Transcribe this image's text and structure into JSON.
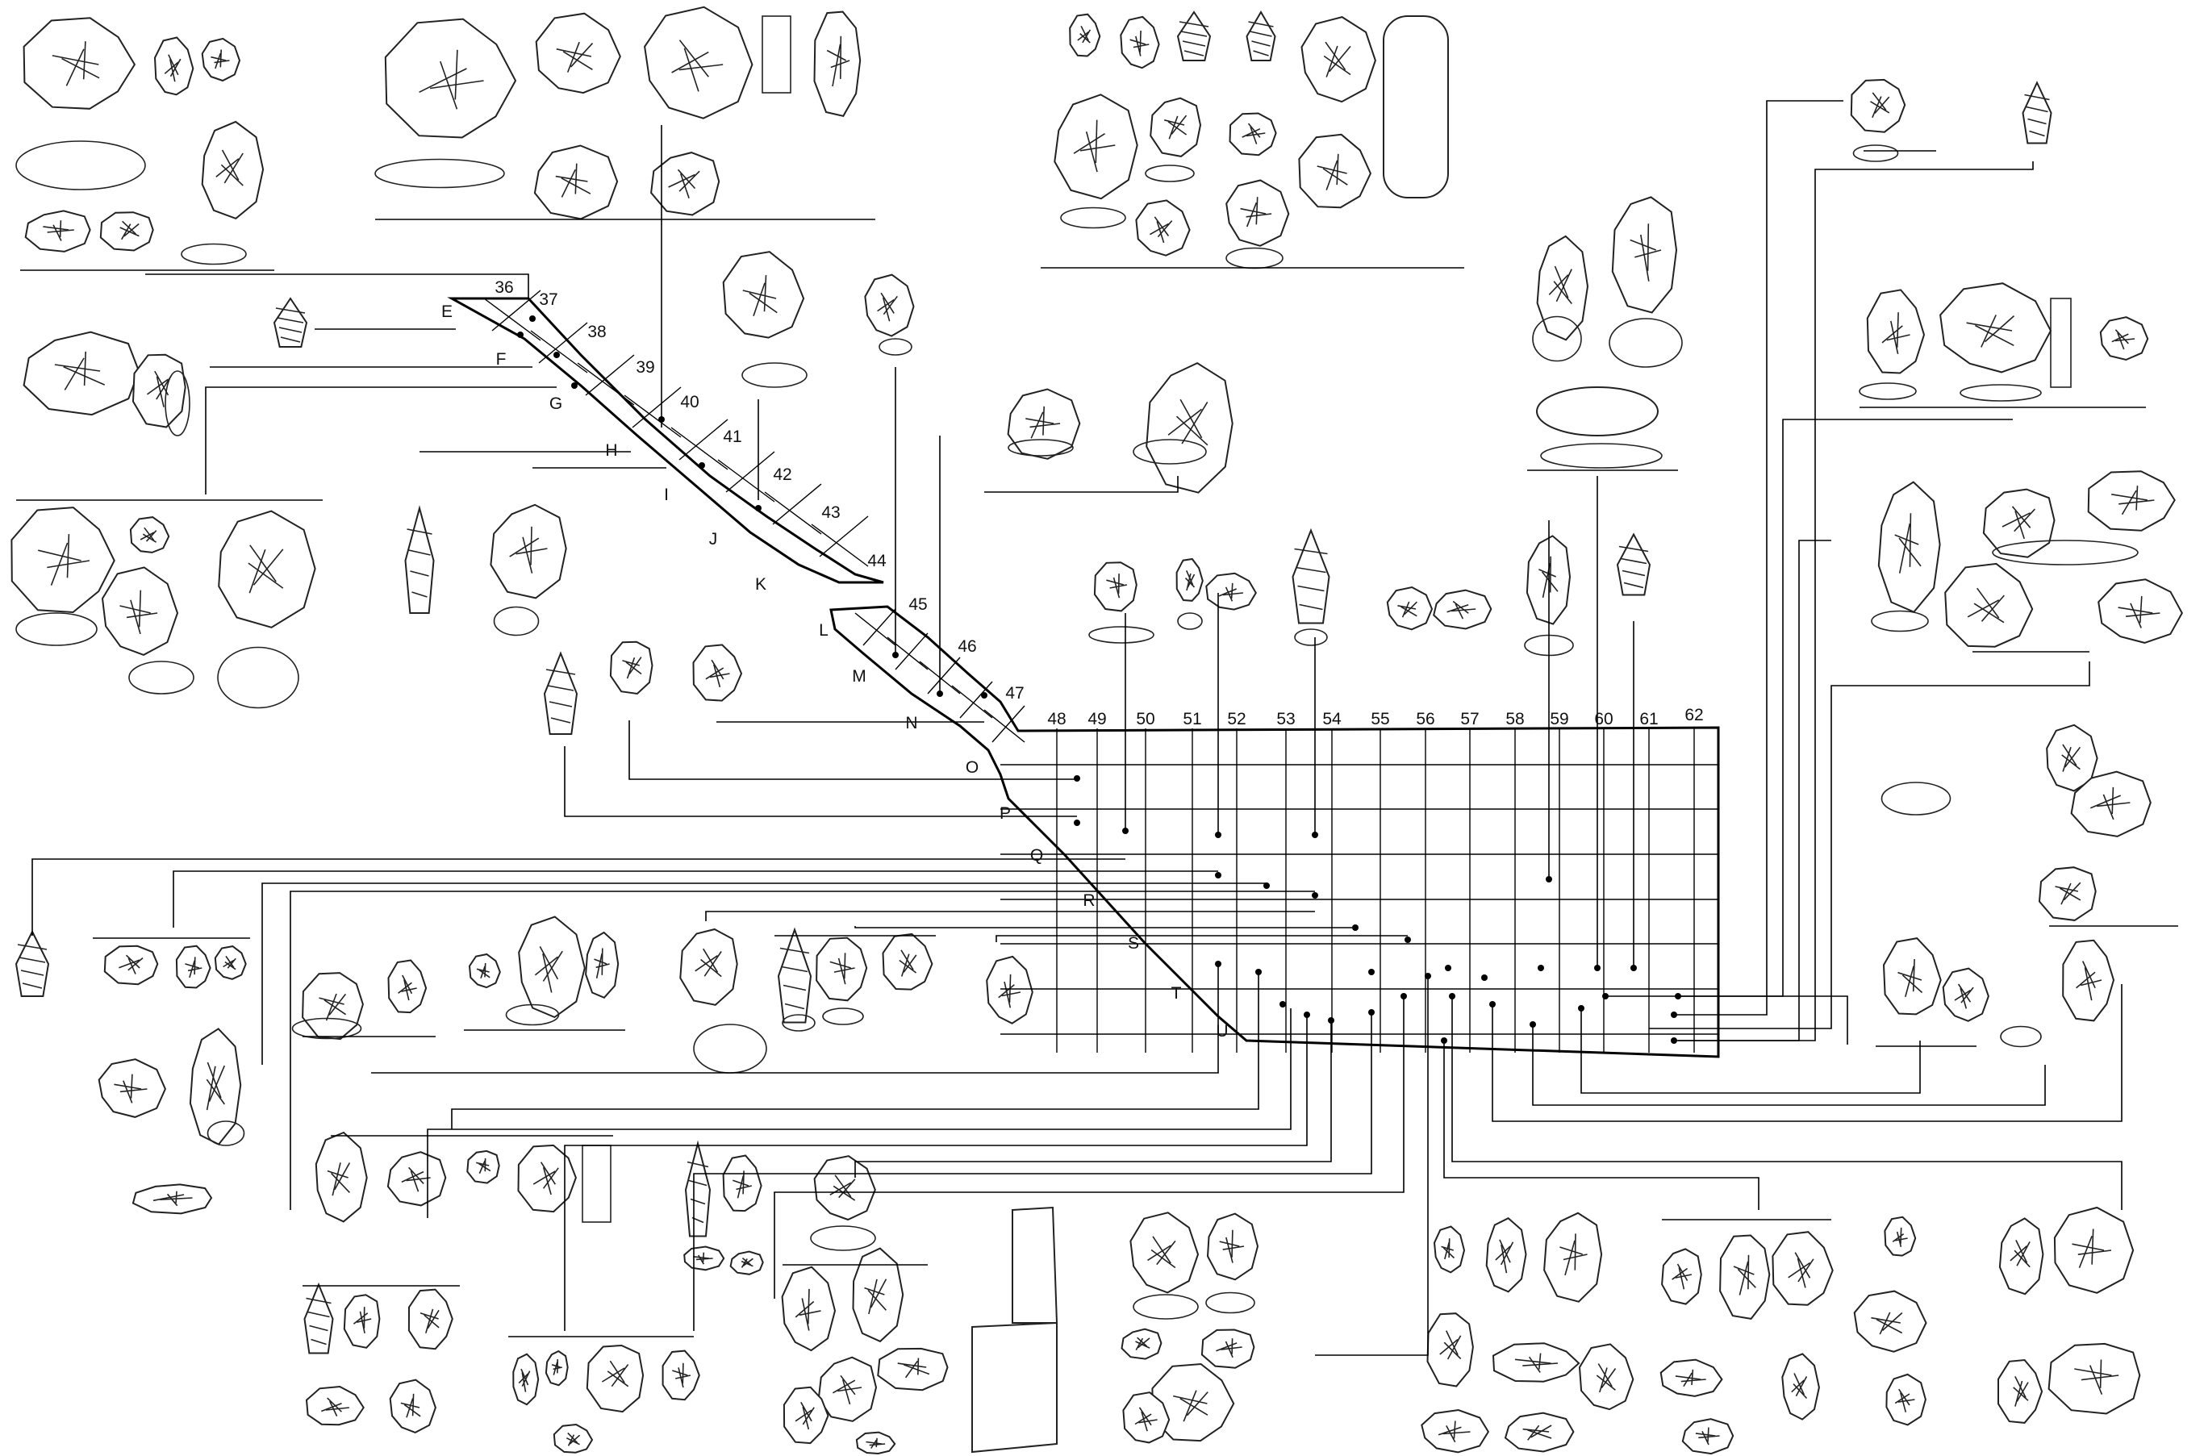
{
  "grid": {
    "columns": [
      "36",
      "37",
      "38",
      "39",
      "40",
      "41",
      "42",
      "43",
      "44",
      "45",
      "46",
      "47",
      "48",
      "49",
      "50",
      "51",
      "52",
      "53",
      "54",
      "55",
      "56",
      "57",
      "58",
      "59",
      "60",
      "61",
      "62"
    ],
    "rows": [
      "E",
      "F",
      "G",
      "H",
      "I",
      "J",
      "K",
      "L",
      "M",
      "N",
      "O",
      "P",
      "Q",
      "R",
      "S",
      "T",
      "U"
    ]
  }
}
